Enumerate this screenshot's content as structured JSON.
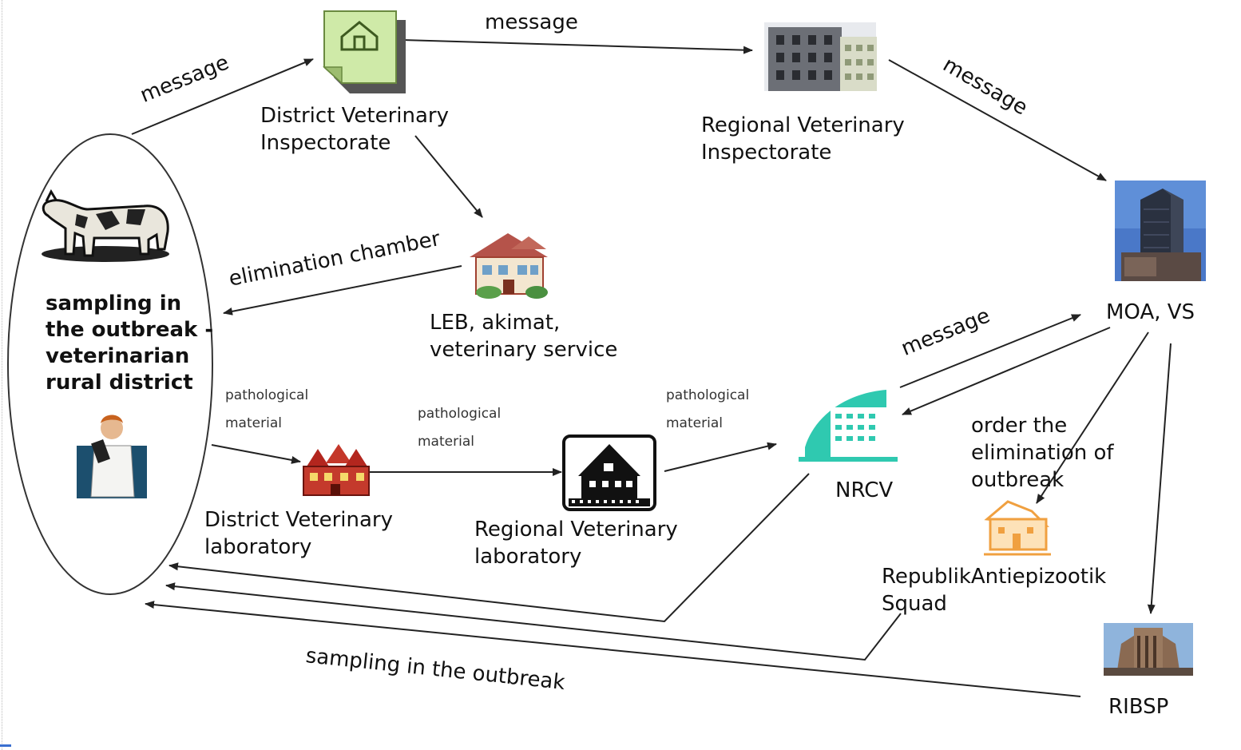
{
  "nodes": {
    "district_inspectorate": "District Veterinary\nInspectorate",
    "regional_inspectorate": "Regional Veterinary\nInspectorate",
    "moa": "MOA, VS",
    "leb": "LEB, akimat,\nveterinary service",
    "sampling": "sampling in\nthe outbreak -\nveterinarian\nrural district",
    "district_lab": "District Veterinary\nlaboratory",
    "regional_lab": "Regional Veterinary\nlaboratory",
    "nrcv": "NRCV",
    "order": "order the\nelimination of\noutbreak",
    "squad": "RepublikAntiepizootik\nSquad",
    "ribsp": "RIBSP"
  },
  "edges": {
    "msg_to_district": "message",
    "msg_to_regional": "message",
    "msg_to_moa": "message",
    "msg_nrcv_moa": "message",
    "elimination_chamber": "elimination chamber",
    "path_1": "pathological\nmaterial",
    "path_2": "pathological\nmaterial",
    "path_3": "pathological\nmaterial",
    "sampling_outbreak": "sampling in the outbreak"
  },
  "colors": {
    "arrow": "#222222",
    "inspectorate_doc": "#c9e8a0",
    "nrcv_teal": "#2fc9b0",
    "district_lab_red": "#b3261e",
    "squad_orange": "#f0a040",
    "sky_blue": "#4a78c8"
  },
  "icons": [
    "house-document-icon",
    "apartment-building-icon",
    "skyscraper-icon",
    "cow-icon",
    "veterinarian-icon",
    "mansion-icon",
    "red-houses-icon",
    "black-house-icon",
    "hospital-icon",
    "orange-house-icon",
    "ribsp-building-icon"
  ]
}
